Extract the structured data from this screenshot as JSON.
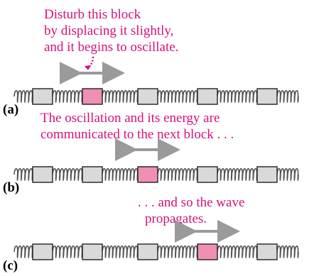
{
  "panel_a": {
    "label": "(a)",
    "caption_lines": [
      "Disturb this block",
      "by displacing it slightly,",
      "and it begins to oscillate."
    ]
  },
  "panel_b": {
    "label": "(b)",
    "caption_lines": [
      "The oscillation and its energy are",
      "communicated to the next block . . ."
    ]
  },
  "panel_c": {
    "label": "(c)",
    "caption_lines": [
      ". . . and so the wave",
      "propagates."
    ]
  },
  "colors": {
    "caption": "#d4117a",
    "active_block": "#f08fb4",
    "block": "#d9d9d9",
    "spring": "#555555",
    "arrow": "#9a9a9a"
  }
}
